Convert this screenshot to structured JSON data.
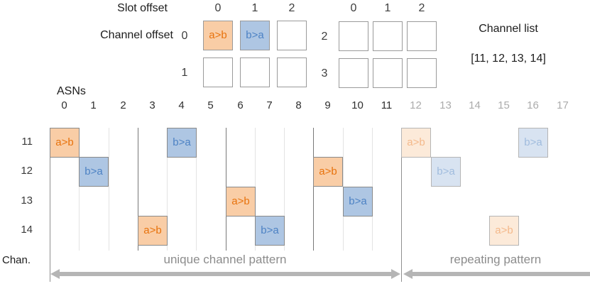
{
  "top": {
    "slot_offset_label": "Slot offset",
    "channel_offset_label": "Channel offset",
    "grid1": {
      "col_labels": [
        "0",
        "1",
        "2"
      ],
      "row_labels": [
        "0",
        "1"
      ],
      "cells": [
        {
          "row": 0,
          "col": 0,
          "label": "a>b",
          "type": "orange"
        },
        {
          "row": 0,
          "col": 1,
          "label": "b>a",
          "type": "blue"
        },
        {
          "row": 0,
          "col": 2,
          "label": "",
          "type": "empty"
        },
        {
          "row": 1,
          "col": 0,
          "label": "",
          "type": "empty"
        },
        {
          "row": 1,
          "col": 1,
          "label": "",
          "type": "empty"
        },
        {
          "row": 1,
          "col": 2,
          "label": "",
          "type": "empty"
        }
      ]
    },
    "grid2": {
      "col_labels": [
        "0",
        "1",
        "2"
      ],
      "row_labels": [
        "2",
        "3"
      ],
      "cells": [
        {
          "row": 0,
          "col": 0,
          "label": "",
          "type": "empty"
        },
        {
          "row": 0,
          "col": 1,
          "label": "",
          "type": "empty"
        },
        {
          "row": 0,
          "col": 2,
          "label": "",
          "type": "empty"
        },
        {
          "row": 1,
          "col": 0,
          "label": "",
          "type": "empty"
        },
        {
          "row": 1,
          "col": 1,
          "label": "",
          "type": "empty"
        },
        {
          "row": 1,
          "col": 2,
          "label": "",
          "type": "empty"
        }
      ]
    },
    "channel_list_title": "Channel list",
    "channel_list_value": "[11, 12, 13, 14]"
  },
  "main": {
    "asns_label": "ASNs",
    "chan_label": "Chan.",
    "asn_ticks": [
      "0",
      "1",
      "2",
      "3",
      "4",
      "5",
      "6",
      "7",
      "8",
      "9",
      "10",
      "11",
      "12",
      "13",
      "14",
      "15",
      "16",
      "17"
    ],
    "asn_active_count": 12,
    "channel_labels": [
      "11",
      "12",
      "13",
      "14"
    ],
    "slotframe_length": 3,
    "cells": [
      {
        "asn": 0,
        "channel": 11,
        "label": "a>b",
        "color": "orange",
        "faded": false
      },
      {
        "asn": 1,
        "channel": 12,
        "label": "b>a",
        "color": "blue",
        "faded": false
      },
      {
        "asn": 3,
        "channel": 14,
        "label": "a>b",
        "color": "orange",
        "faded": false
      },
      {
        "asn": 4,
        "channel": 11,
        "label": "b>a",
        "color": "blue",
        "faded": false
      },
      {
        "asn": 6,
        "channel": 13,
        "label": "a>b",
        "color": "orange",
        "faded": false
      },
      {
        "asn": 7,
        "channel": 14,
        "label": "b>a",
        "color": "blue",
        "faded": false
      },
      {
        "asn": 9,
        "channel": 12,
        "label": "a>b",
        "color": "orange",
        "faded": false
      },
      {
        "asn": 10,
        "channel": 13,
        "label": "b>a",
        "color": "blue",
        "faded": false
      },
      {
        "asn": 12,
        "channel": 11,
        "label": "a>b",
        "color": "orange",
        "faded": true
      },
      {
        "asn": 13,
        "channel": 12,
        "label": "b>a",
        "color": "blue",
        "faded": true
      },
      {
        "asn": 15,
        "channel": 14,
        "label": "a>b",
        "color": "orange",
        "faded": true
      },
      {
        "asn": 16,
        "channel": 11,
        "label": "b>a",
        "color": "blue",
        "faded": true
      }
    ],
    "unique_label": "unique channel pattern",
    "repeating_label": "repeating pattern"
  },
  "colors": {
    "orange_fill": "#f9cda6",
    "orange_text": "#e8720c",
    "blue_fill": "#aec6e3",
    "blue_text": "#4d82c4",
    "faded_orange_fill": "#fcead9",
    "faded_orange_text": "#f4b98b",
    "faded_blue_fill": "#d8e3f1",
    "faded_blue_text": "#a0bcde",
    "cell_border": "#8a8a8a",
    "faded_border": "#b5b5b5",
    "grid_light": "#e3e3e3",
    "grid_dark": "#787878",
    "boundary_line": "#8f8f8f",
    "arrow": "#b5b5b5"
  }
}
